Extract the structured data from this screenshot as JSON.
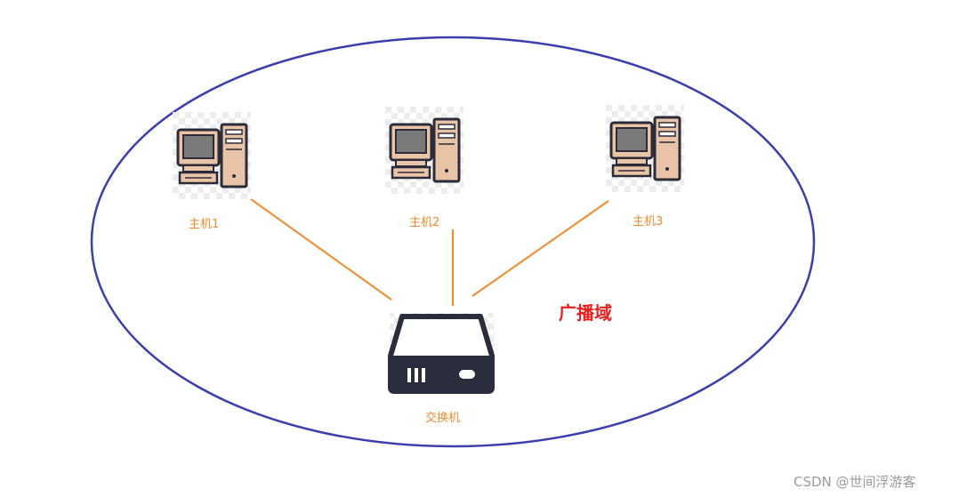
{
  "diagram": {
    "nodes": {
      "host1": {
        "label": "主机1",
        "icon": "desktop-computer-icon"
      },
      "host2": {
        "label": "主机2",
        "icon": "desktop-computer-icon"
      },
      "host3": {
        "label": "主机3",
        "icon": "desktop-computer-icon"
      },
      "switch": {
        "label": "交换机",
        "icon": "network-switch-icon"
      }
    },
    "edges": [
      {
        "from": "host1",
        "to": "switch"
      },
      {
        "from": "host2",
        "to": "switch"
      },
      {
        "from": "host3",
        "to": "switch"
      }
    ],
    "region_label": "广播域",
    "colors": {
      "ellipse": "#3b3fae",
      "links": "#f0892e",
      "node_labels": "#f0892e",
      "region_label": "#e82020",
      "computer_body": "#e8c3a6",
      "computer_outline": "#2b2b3a",
      "switch": "#2b2d3d"
    }
  },
  "watermark": "CSDN @世间浮游客"
}
